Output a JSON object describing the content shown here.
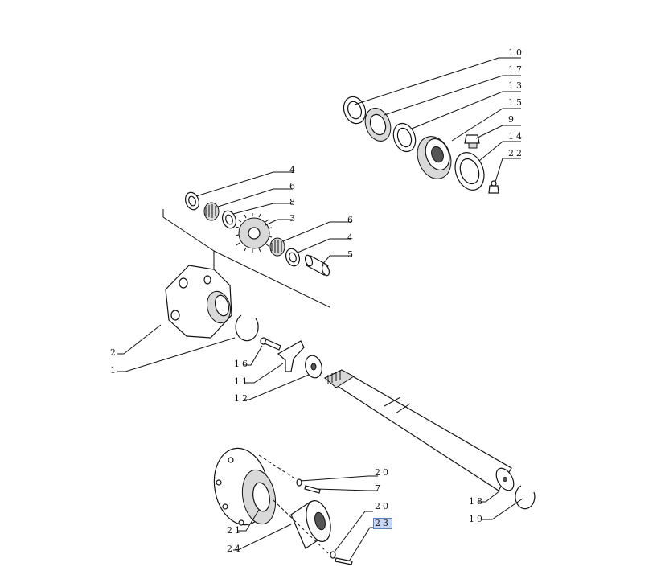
{
  "callouts": {
    "c10": "10",
    "c17": "17",
    "c13": "13",
    "c15": "15",
    "c9": "9",
    "c14": "14",
    "c22": "22",
    "c4a": "4",
    "c6a": "6",
    "c8": "8",
    "c3": "3",
    "c6b": "6",
    "c4b": "4",
    "c5": "5",
    "c2": "2",
    "c1": "1",
    "c16": "16",
    "c11": "11",
    "c12": "12",
    "c20a": "20",
    "c7": "7",
    "c20b": "20",
    "c23": "23",
    "c21": "21",
    "c24": "24",
    "c18": "18",
    "c19": "19"
  },
  "highlighted_callout": "23",
  "colors": {
    "line": "#111111",
    "highlight": "#c9d7f2"
  }
}
